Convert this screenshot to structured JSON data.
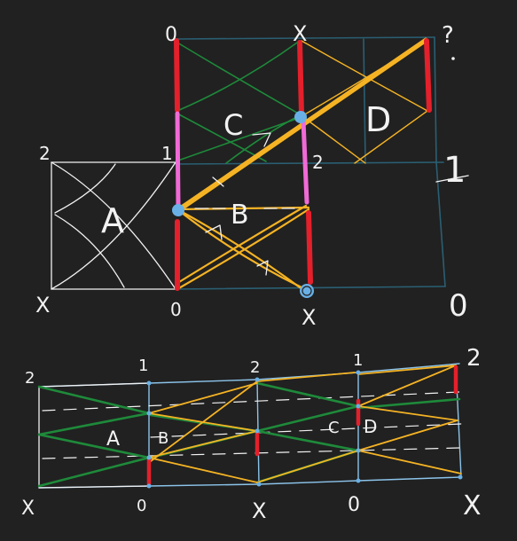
{
  "colors": {
    "background": "#212121",
    "chalk": "#f2f2f2",
    "teal": "#2a5f73",
    "green": "#1e8a3a",
    "orange": "#f5b324",
    "red": "#e3202b",
    "pink": "#f06ad6",
    "blue": "#69b0e6",
    "light_blue": "#8cc4ea"
  },
  "top_diagram": {
    "square_labels": {
      "a": "A",
      "b": "B",
      "c": "C",
      "d": "D"
    },
    "corner_labels": {
      "top_0": "0",
      "top_x": "X",
      "top_question": "?",
      "left_2": "2",
      "mid_1": "1",
      "mid_2": "2",
      "right_1": "1",
      "bottom_x_left": "X",
      "bottom_0": "0",
      "bottom_x_mid": "X",
      "bottom_0_right": "0"
    }
  },
  "bottom_diagram": {
    "square_labels": {
      "a": "A",
      "b": "B",
      "c": "C",
      "d": "D"
    },
    "top_labels": [
      "2",
      "1",
      "2",
      "1",
      "2"
    ],
    "bottom_labels": [
      "X",
      "0",
      "X",
      "0",
      "X"
    ]
  }
}
